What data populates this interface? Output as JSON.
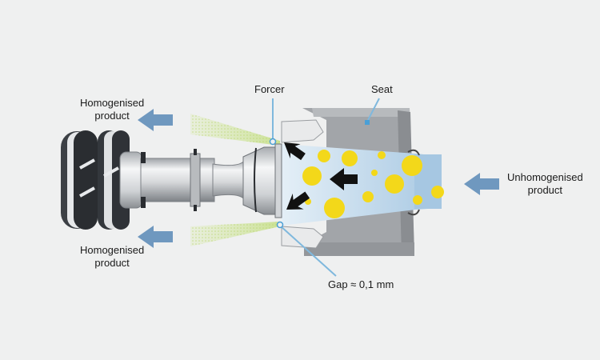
{
  "labels": {
    "forcer": "Forcer",
    "seat": "Seat",
    "homogenised_top": [
      "Homogenised",
      "product"
    ],
    "homogenised_bottom": [
      "Homogenised",
      "product"
    ],
    "unhomogenised": [
      "Unhomogenised",
      "product"
    ],
    "gap": "Gap ≈ 0,1 mm"
  },
  "colors": {
    "background": "#eff0f0",
    "arrow_blue": "#6f98bf",
    "label_line": "#7fb8dd",
    "seat_gray": "#9c9fa3",
    "product_blue": "#aecde6",
    "particle_yellow": "#f3d81a",
    "force_arrow": "#111111",
    "spray_green": "#cfe59a"
  },
  "icons": {
    "flow_arrow": "arrow-left-icon",
    "force_arrow": "arrow-black-icon"
  }
}
